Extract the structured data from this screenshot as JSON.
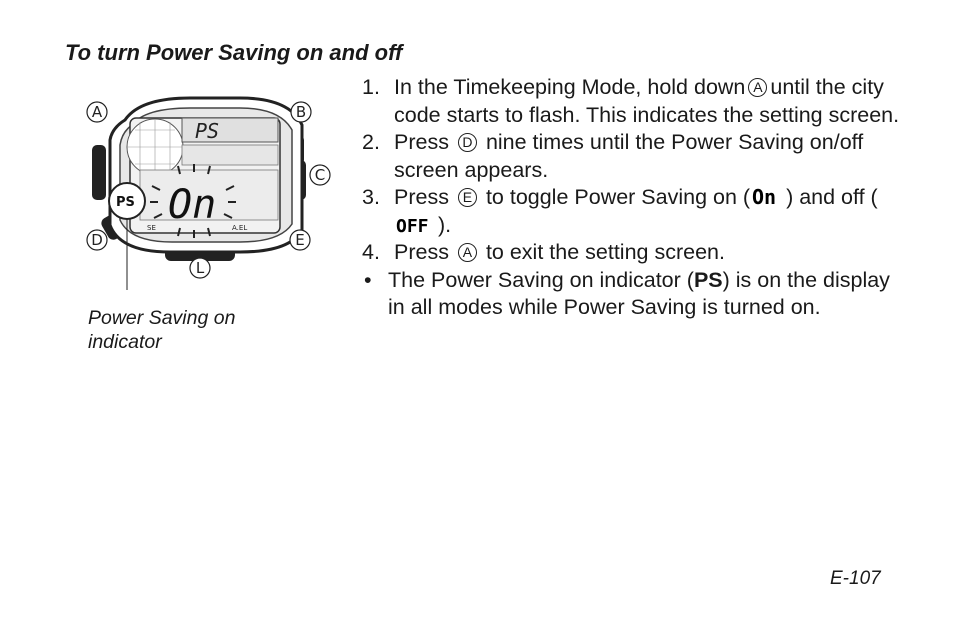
{
  "title": "To turn Power Saving on and off",
  "figure": {
    "button_labels": {
      "a": "A",
      "b": "B",
      "c": "C",
      "d": "D",
      "e": "E",
      "l": "L"
    },
    "lcd_top": "PS",
    "lcd_main": "On",
    "badge": "PS",
    "bezel_labels": {
      "left": "SE",
      "right": "A.EL"
    },
    "caption_line1": "Power Saving on",
    "caption_line2": "indicator"
  },
  "steps": [
    {
      "num": "1.",
      "text_a": "In the Timekeeping Mode, hold down",
      "button": "A",
      "text_b": "until the city code starts to flash. This indicates the setting screen."
    },
    {
      "num": "2.",
      "text_a": "Press",
      "button": "D",
      "text_b": "nine times until the Power Saving on/off screen appears."
    },
    {
      "num": "3.",
      "text_a": "Press",
      "button": "E",
      "text_b": "to toggle Power Saving on (",
      "segment_on": "On",
      "text_c": ") and off (",
      "segment_off": "OFF",
      "text_d": ")."
    },
    {
      "num": "4.",
      "text_a": "Press",
      "button": "A",
      "text_b": "to exit the setting screen."
    }
  ],
  "bullet": {
    "symbol": "•",
    "text_a": "The Power Saving on indicator (",
    "bold": "PS",
    "text_b": ") is on the display in all modes while Power Saving is turned on."
  },
  "page_number": "E-107"
}
